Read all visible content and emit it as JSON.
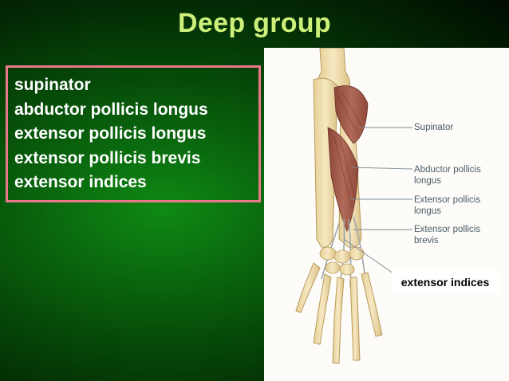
{
  "slide": {
    "title": "Deep group",
    "muscles": [
      "supinator",
      "abductor pollicis longus",
      "extensor pollicis longus",
      "extensor pollicis brevis",
      "extensor indices"
    ]
  },
  "figure": {
    "labels": [
      {
        "line1": "Supinator",
        "line2": ""
      },
      {
        "line1": "Abductor pollicis",
        "line2": "longus"
      },
      {
        "line1": "Extensor pollicis",
        "line2": "longus"
      },
      {
        "line1": "Extensor pollicis",
        "line2": "brevis"
      }
    ],
    "callout": "extensor indices"
  },
  "colors": {
    "title": "#ccf07a",
    "box_border": "#e9798a",
    "text": "#ffffff",
    "muscle": "#a65a48",
    "bone": "#f1dfae"
  }
}
